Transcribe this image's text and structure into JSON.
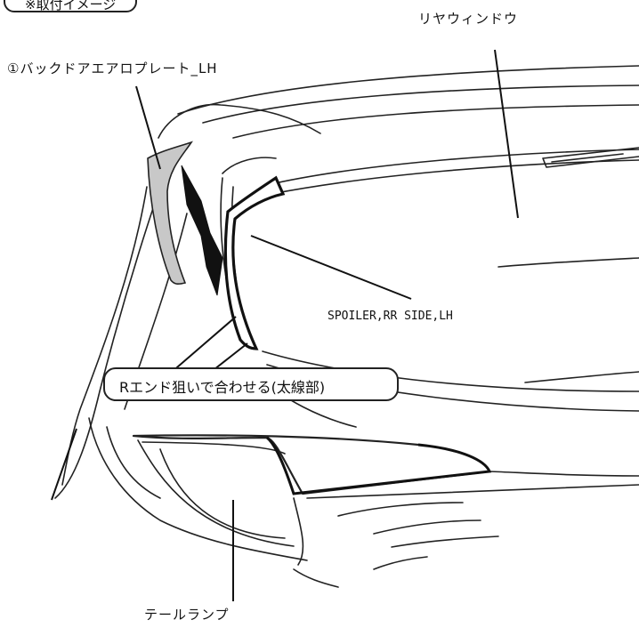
{
  "header_tag": {
    "text": "※取付イメージ"
  },
  "labels": {
    "rear_window": "リヤウィンドウ",
    "back_door_plate": "①バックドアエアロプレート_LH",
    "spoiler": "SPOILER,RR SIDE,LH",
    "tail_lamp": "テールランプ"
  },
  "callout": {
    "text": "Rエンド狙いで合わせる(太線部)"
  },
  "colors": {
    "line": "#222222",
    "part_fill": "#c8c8c8",
    "dark_fill": "#111111",
    "bg": "#ffffff"
  }
}
